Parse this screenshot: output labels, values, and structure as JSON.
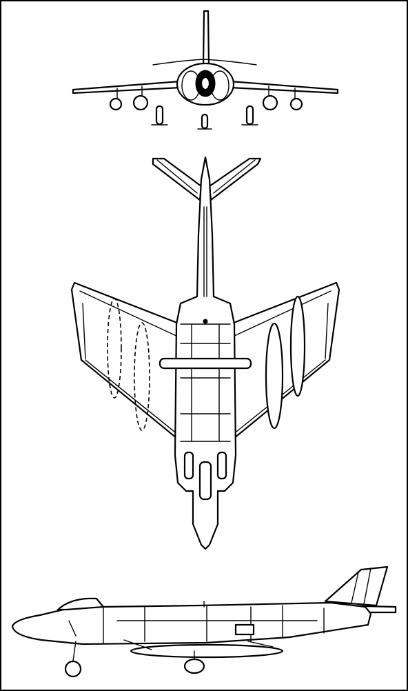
{
  "drawing": {
    "kind": "three-view line drawing",
    "views": [
      "front-view",
      "plan-view",
      "side-view"
    ],
    "colors": {
      "ink": "#000000",
      "paper": "#ffffff"
    }
  }
}
